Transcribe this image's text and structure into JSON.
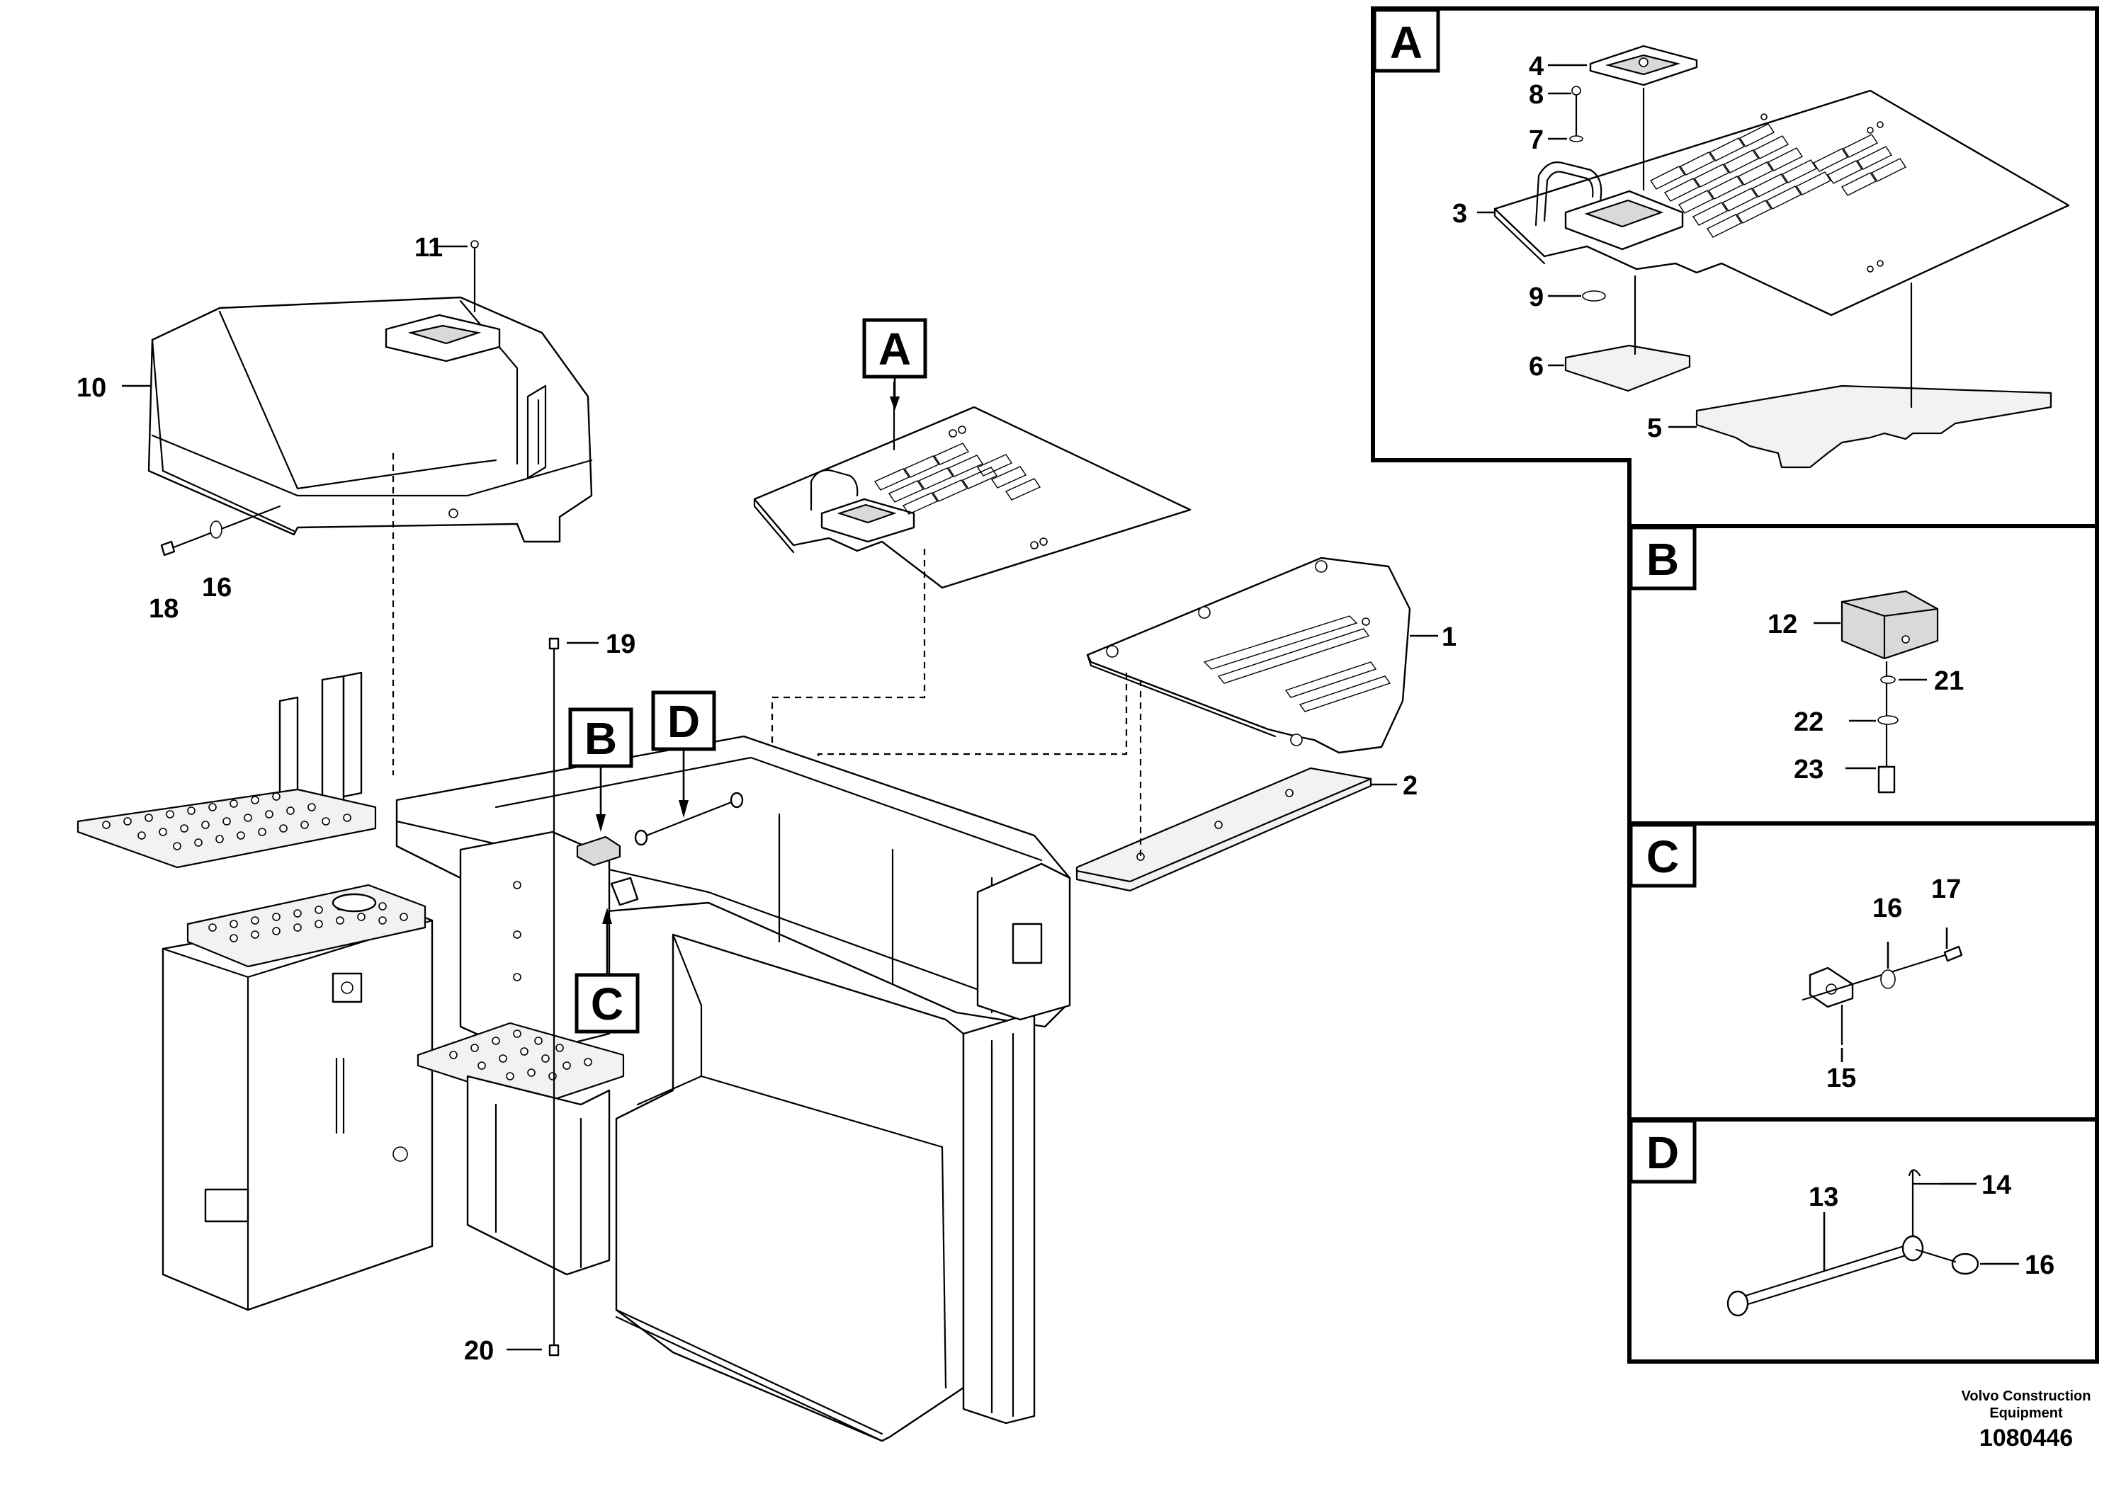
{
  "callouts": {
    "c1": "1",
    "c2": "2",
    "c3": "3",
    "c4": "4",
    "c5": "5",
    "c6": "6",
    "c7": "7",
    "c8": "8",
    "c9": "9",
    "c10": "10",
    "c11": "11",
    "c12": "12",
    "c13": "13",
    "c14": "14",
    "c15": "15",
    "c16a": "16",
    "c16b": "16",
    "c16c": "16",
    "c17": "17",
    "c18": "18",
    "c19": "19",
    "c20": "20",
    "c21": "21",
    "c22": "22",
    "c23": "23"
  },
  "detail_labels": {
    "A": "A",
    "B": "B",
    "C": "C",
    "D": "D"
  },
  "main_markers": {
    "A": "A",
    "B": "B",
    "C": "C",
    "D": "D"
  },
  "footer": {
    "company_line1": "Volvo Construction",
    "company_line2": "Equipment",
    "drawing_number": "1080446"
  }
}
